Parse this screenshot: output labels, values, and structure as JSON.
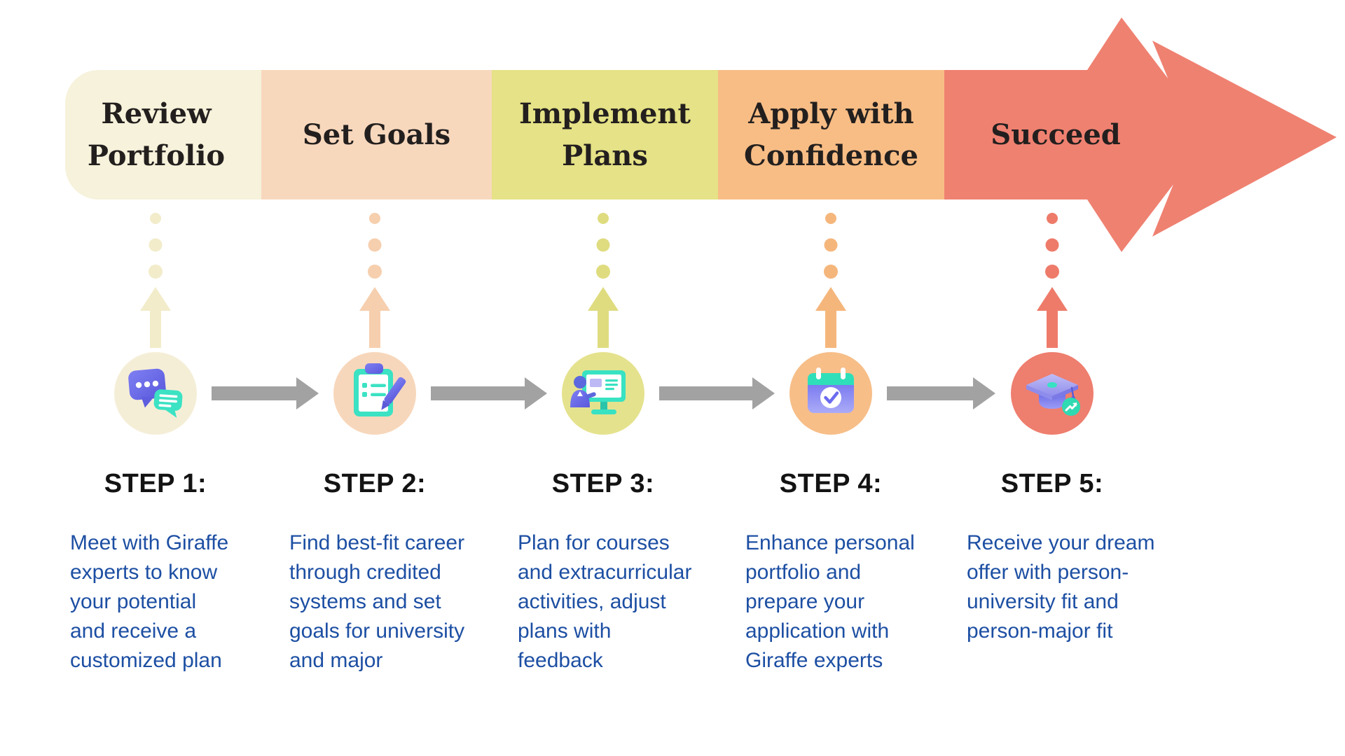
{
  "banner": {
    "steps": [
      {
        "label": "Review\nPortfolio",
        "color": "#F6F2DB"
      },
      {
        "label": "Set Goals",
        "color": "#F8D8BD"
      },
      {
        "label": "Implement\nPlans",
        "color": "#E5E287"
      },
      {
        "label": "Apply with\nConfidence",
        "color": "#F8BD85"
      },
      {
        "label": "Succeed",
        "color": "#EF8171"
      }
    ],
    "arrow_color": "#EF8171"
  },
  "columns": [
    {
      "step_label": "STEP 1:",
      "description": "Meet with Giraffe\nexperts to know\nyour potential\nand receive a\ncustomized plan",
      "icon": "chat-icon",
      "accent_color": "#F2ECCA",
      "circle_color": "#F5EED7"
    },
    {
      "step_label": "STEP 2:",
      "description": "Find best-fit career\nthrough credited\nsystems and set\ngoals for university\nand major",
      "icon": "clipboard-icon",
      "accent_color": "#F6CFAE",
      "circle_color": "#F7D7BB"
    },
    {
      "step_label": "STEP 3:",
      "description": "Plan for courses\nand extracurricular\nactivities, adjust\nplans with\nfeedback",
      "icon": "presentation-icon",
      "accent_color": "#DFDC80",
      "circle_color": "#E5E28E"
    },
    {
      "step_label": "STEP 4:",
      "description": "Enhance personal\nportfolio and\nprepare your\napplication with\nGiraffe experts",
      "icon": "calendar-icon",
      "accent_color": "#F5B67C",
      "circle_color": "#F7BE88"
    },
    {
      "step_label": "STEP 5:",
      "description": "Receive your dream\noffer with person-\nuniversity fit and\nperson-major fit",
      "icon": "graduation-cap-icon",
      "accent_color": "#EE7B6A",
      "circle_color": "#EE7E6E"
    }
  ],
  "colors": {
    "background": "#FFFFFF",
    "connector_arrow": "#A2A2A2",
    "step_label_text": "#131313",
    "description_text": "#1D4FA3",
    "banner_text": "#231F1E",
    "icon_purple": "#6D6FE9",
    "icon_indigo": "#5B5BD8",
    "icon_teal": "#38E2C2",
    "icon_lavender": "#B3B0F3"
  }
}
